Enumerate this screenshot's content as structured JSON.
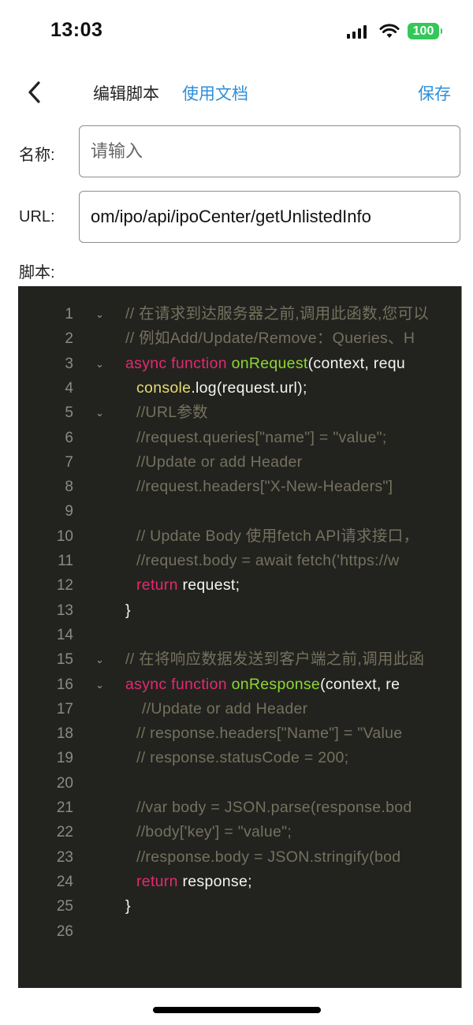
{
  "status_bar": {
    "time": "13:03",
    "battery": "100",
    "icons": [
      "cellular-signal-icon",
      "wifi-icon",
      "battery-icon"
    ]
  },
  "nav": {
    "back_icon": "chevron-left-icon",
    "title": "编辑脚本",
    "doc_link": "使用文档",
    "save": "保存"
  },
  "form": {
    "name_label": "名称:",
    "name_placeholder": "请输入",
    "name_value": "",
    "url_label": "URL:",
    "url_value": "om/ipo/api/ipoCenter/getUnlistedInfo",
    "script_label": "脚本:"
  },
  "colors": {
    "accent": "#2e8fd8",
    "editor_bg": "#22231f",
    "comment": "#75715e",
    "keyword": "#e4296f",
    "function_name": "#8fd632",
    "builtin": "#e6db74",
    "battery": "#34c759"
  },
  "editor": {
    "lines": [
      {
        "n": "1",
        "fold": true,
        "indent": 0,
        "tokens": [
          {
            "t": "// 在请求到达服务器之前,调用此函数,您可以",
            "c": "c"
          }
        ]
      },
      {
        "n": "2",
        "fold": false,
        "indent": 0,
        "tokens": [
          {
            "t": "// 例如Add/Update/Remove：Queries、H",
            "c": "c"
          }
        ]
      },
      {
        "n": "3",
        "fold": true,
        "indent": 0,
        "tokens": [
          {
            "t": "async function ",
            "c": "k"
          },
          {
            "t": "onRequest",
            "c": "f"
          },
          {
            "t": "(context, requ",
            "c": "w"
          }
        ]
      },
      {
        "n": "4",
        "fold": false,
        "indent": 1,
        "tokens": [
          {
            "t": "console",
            "c": "y"
          },
          {
            "t": ".log(request.url);",
            "c": "w"
          }
        ]
      },
      {
        "n": "5",
        "fold": true,
        "indent": 1,
        "tokens": [
          {
            "t": "//URL参数",
            "c": "c"
          }
        ]
      },
      {
        "n": "6",
        "fold": false,
        "indent": 1,
        "tokens": [
          {
            "t": "//request.queries[\"name\"] = \"value\";",
            "c": "c"
          }
        ]
      },
      {
        "n": "7",
        "fold": false,
        "indent": 1,
        "tokens": [
          {
            "t": "//Update or add Header",
            "c": "c"
          }
        ]
      },
      {
        "n": "8",
        "fold": false,
        "indent": 1,
        "tokens": [
          {
            "t": "//request.headers[\"X-New-Headers\"]",
            "c": "c"
          }
        ]
      },
      {
        "n": "9",
        "fold": false,
        "indent": 0,
        "tokens": []
      },
      {
        "n": "10",
        "fold": false,
        "indent": 1,
        "tokens": [
          {
            "t": "// Update Body 使用fetch API请求接口，",
            "c": "c"
          }
        ]
      },
      {
        "n": "11",
        "fold": false,
        "indent": 1,
        "tokens": [
          {
            "t": "//request.body = await fetch('https://w",
            "c": "c"
          }
        ]
      },
      {
        "n": "12",
        "fold": false,
        "indent": 1,
        "tokens": [
          {
            "t": "return",
            "c": "k"
          },
          {
            "t": " request;",
            "c": "w"
          }
        ]
      },
      {
        "n": "13",
        "fold": false,
        "indent": 0,
        "tokens": [
          {
            "t": "}",
            "c": "w"
          }
        ]
      },
      {
        "n": "14",
        "fold": false,
        "indent": 0,
        "tokens": []
      },
      {
        "n": "15",
        "fold": true,
        "indent": 0,
        "tokens": [
          {
            "t": "// 在将响应数据发送到客户端之前,调用此函",
            "c": "c"
          }
        ]
      },
      {
        "n": "16",
        "fold": true,
        "indent": 0,
        "tokens": [
          {
            "t": "async function ",
            "c": "k"
          },
          {
            "t": "onResponse",
            "c": "f"
          },
          {
            "t": "(context, re",
            "c": "w"
          }
        ]
      },
      {
        "n": "17",
        "fold": false,
        "indent": 1.5,
        "tokens": [
          {
            "t": "//Update or add Header",
            "c": "c"
          }
        ]
      },
      {
        "n": "18",
        "fold": false,
        "indent": 1,
        "tokens": [
          {
            "t": "// response.headers[\"Name\"] = \"Value",
            "c": "c"
          }
        ]
      },
      {
        "n": "19",
        "fold": false,
        "indent": 1,
        "tokens": [
          {
            "t": "// response.statusCode = 200;",
            "c": "c"
          }
        ]
      },
      {
        "n": "20",
        "fold": false,
        "indent": 0,
        "tokens": []
      },
      {
        "n": "21",
        "fold": false,
        "indent": 1,
        "tokens": [
          {
            "t": "//var body = JSON.parse(response.bod",
            "c": "c"
          }
        ]
      },
      {
        "n": "22",
        "fold": false,
        "indent": 1,
        "tokens": [
          {
            "t": "//body['key'] = \"value\";",
            "c": "c"
          }
        ]
      },
      {
        "n": "23",
        "fold": false,
        "indent": 1,
        "tokens": [
          {
            "t": "//response.body = JSON.stringify(bod",
            "c": "c"
          }
        ]
      },
      {
        "n": "24",
        "fold": false,
        "indent": 1,
        "tokens": [
          {
            "t": "return",
            "c": "k"
          },
          {
            "t": " response;",
            "c": "w"
          }
        ]
      },
      {
        "n": "25",
        "fold": false,
        "indent": 0,
        "tokens": [
          {
            "t": "}",
            "c": "w"
          }
        ]
      },
      {
        "n": "26",
        "fold": false,
        "indent": 0,
        "tokens": []
      }
    ]
  }
}
